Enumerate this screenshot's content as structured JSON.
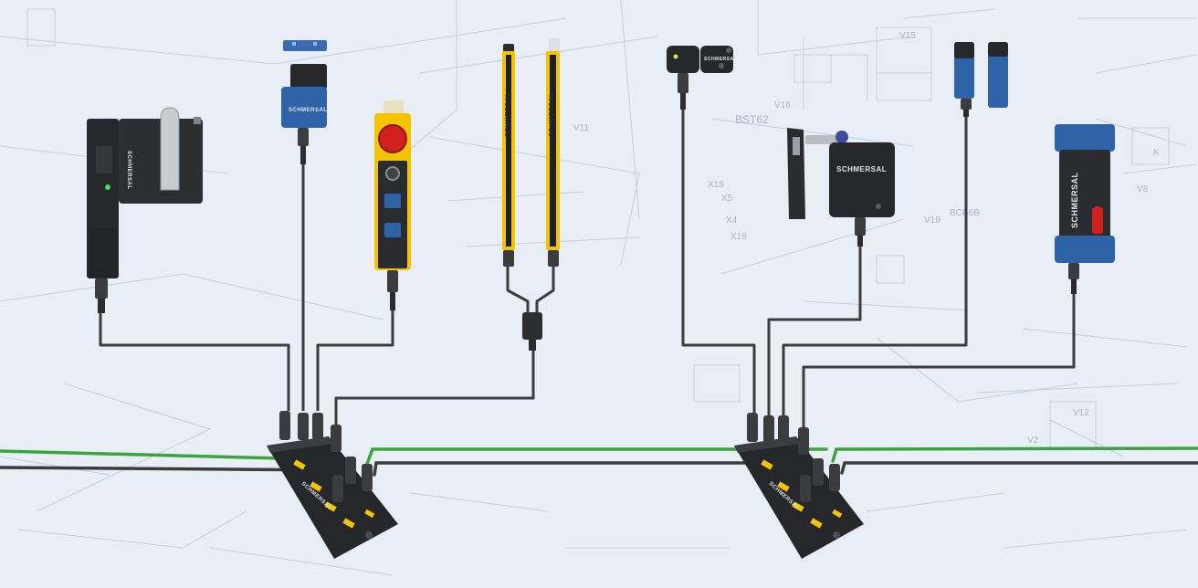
{
  "brand": {
    "name": "SCHMERSAL"
  },
  "background_labels": [
    "BST62",
    "V16",
    "X18",
    "X5",
    "X4",
    "X19",
    "V19",
    "BCB6B",
    "V15",
    "V12",
    "K",
    "V8",
    "V2",
    "V11"
  ],
  "colors": {
    "background": "#e9eef6",
    "schematic_lines": "#b9c5d6",
    "cable_dark": "#3a3c3f",
    "cable_green": "#3aa53a",
    "housing_black": "#26282b",
    "safety_yellow": "#f2c500",
    "safety_blue": "#2f63a8",
    "estop_red": "#d0211d"
  },
  "icons": [
    "door-handle-guard-locking",
    "rfid-sensor",
    "emergency-stop-control-station",
    "safety-light-curtain",
    "rfid-sensor-small",
    "solenoid-interlock",
    "magnetic-sensor-pair",
    "solenoid-interlock-blue",
    "io-field-box"
  ]
}
